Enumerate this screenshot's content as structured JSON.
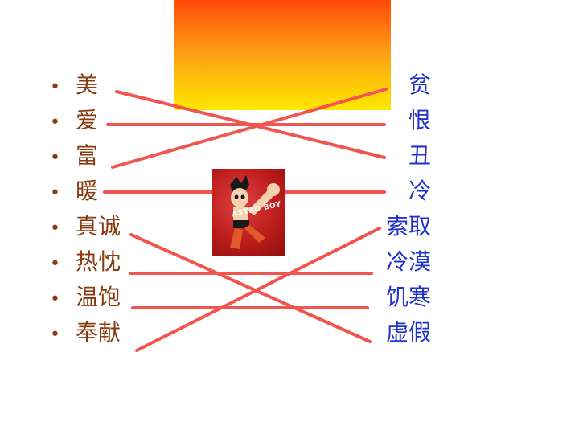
{
  "left_words": [
    "美",
    "爱",
    "富",
    "暖",
    "真诚",
    "热忱",
    "温饱",
    "奉献"
  ],
  "right_words": [
    "贫",
    "恨",
    "丑",
    "冷",
    "索取",
    "冷漠",
    "饥寒",
    "虚假"
  ],
  "bullet": "•",
  "poster": {
    "title": "ASTRO BOY"
  },
  "colors": {
    "left_text": "#8a3b0f",
    "right_text": "#2233c8",
    "lines": "#f0554f"
  }
}
